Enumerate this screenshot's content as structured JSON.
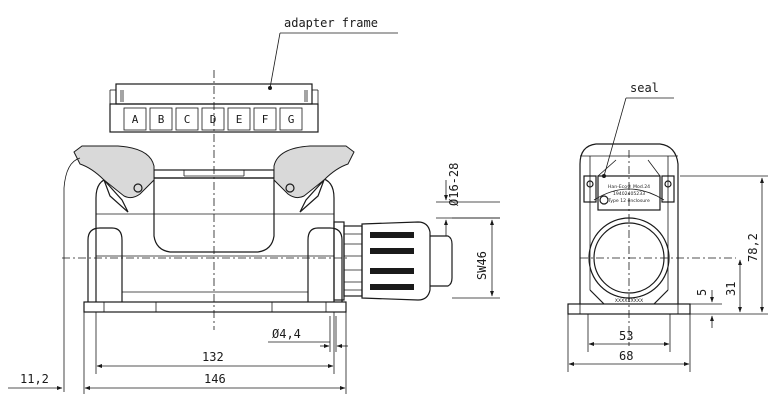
{
  "callouts": {
    "adapter_frame": "adapter frame",
    "seal": "seal"
  },
  "frame_keys": [
    "A",
    "B",
    "C",
    "D",
    "E",
    "F",
    "G"
  ],
  "seal_marking": {
    "line1": "Han-Eco® Mod.24",
    "line2": "19402405233",
    "line3": "Type 12 enclosure",
    "code": "XXXXXXXXX"
  },
  "dimensions": {
    "gland_diameter": "Ø16-28",
    "wrench_size": "SW46",
    "hole_diameter": "Ø4,4",
    "inner_width_front": "132",
    "outer_width_front": "146",
    "offset": "11,2",
    "flange_height": "5",
    "axis_height": "31",
    "total_height": "78,2",
    "inner_width_side": "53",
    "outer_width_side": "68"
  }
}
